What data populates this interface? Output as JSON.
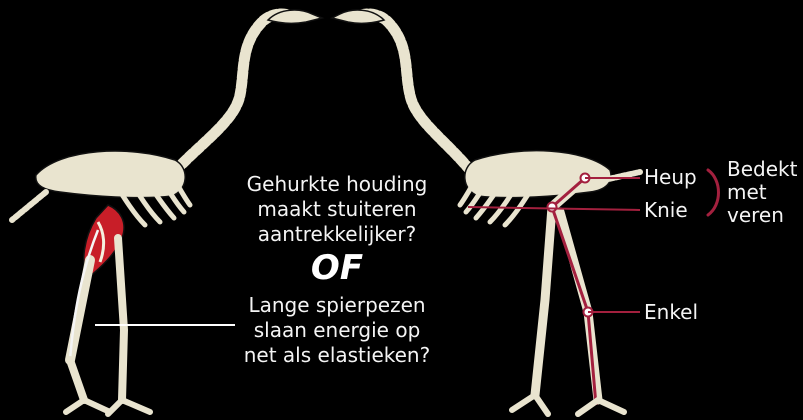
{
  "question_1": [
    "Gehurkte houding",
    "maakt stuiteren",
    "aantrekkelijker?"
  ],
  "or_word": "OF",
  "question_2": [
    "Lange spierpezen",
    "slaan energie op",
    "net als elastieken?"
  ],
  "labels": {
    "heup": "Heup",
    "knie": "Knie",
    "enkel": "Enkel",
    "covered": [
      "Bedekt",
      "met",
      "veren"
    ]
  },
  "colors": {
    "background": "#000000",
    "bone": "#e9e4cf",
    "bone_outline": "#111111",
    "muscle": "#c81e28",
    "highlight": "#a3203e",
    "text": "#f4f4f4"
  }
}
